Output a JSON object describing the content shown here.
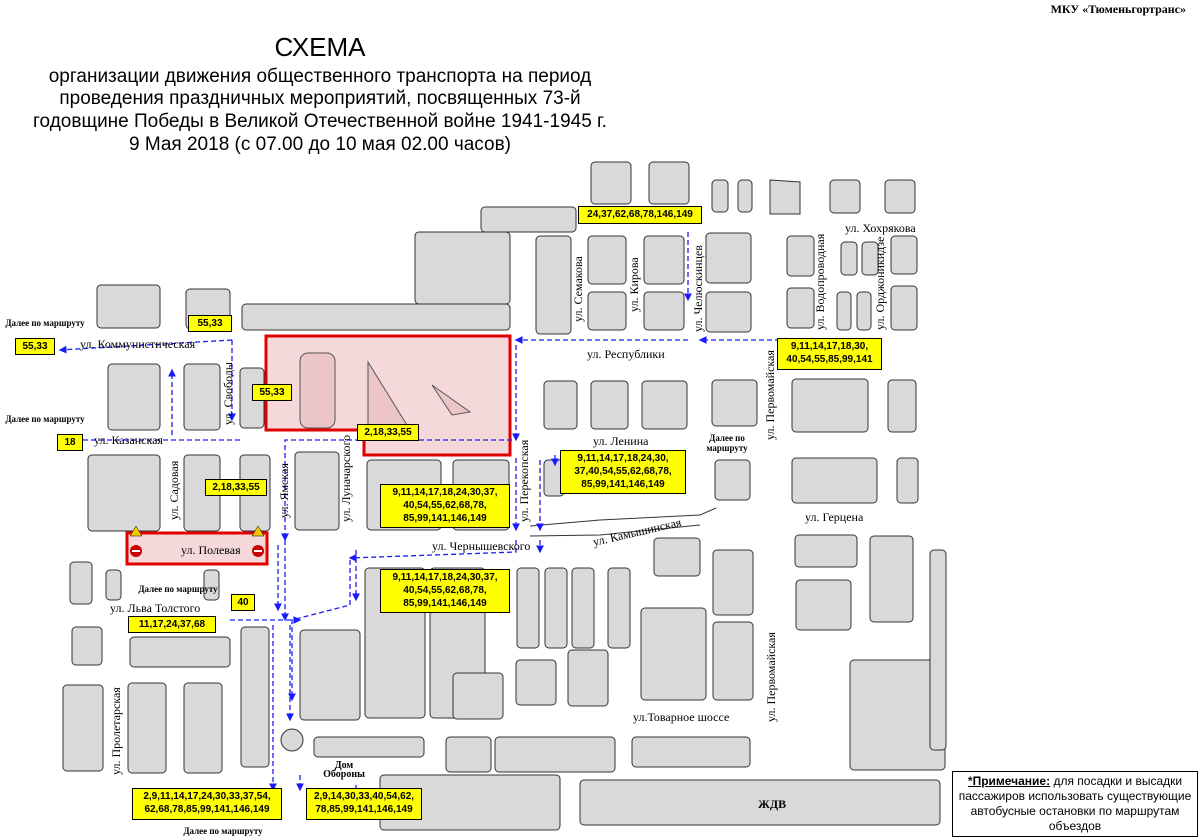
{
  "organization": "МКУ «Тюменьгортранс»",
  "title": {
    "main": "СХЕМА",
    "lines": [
      "организации движения общественного транспорта на период",
      "проведения праздничных мероприятий, посвященных 73-й",
      "годовщине Победы в Великой Отечественной войне 1941-1945 г.",
      "9 Мая 2018 (с 07.00 до 10 мая 02.00 часов)"
    ]
  },
  "streets": {
    "kommunisticheskaya": "ул. Коммунистическая",
    "kazanskaya": "ул. Казанская",
    "svobody": "ул. Свободы",
    "sadovaya": "ул. Садовая",
    "yamskaya": "ул. Ямская",
    "lunacharskogo": "ул. Луначарского",
    "perekopskaya": "ул. Перекопская",
    "respubliki": "ул. Республики",
    "lenina": "ул. Ленина",
    "semakova": "ул. Семакова",
    "kirova": "ул. Кирова",
    "chelyuskintsev": "ул. Челюскинцев",
    "vodoprovodnaya": "ул. Водопроводная",
    "ordzhonikidze": "ул. Орджоникидзе",
    "khokhryakova": "ул. Хохрякова",
    "pervomayskaya": "ул. Первомайская",
    "pervomayskaya2": "ул. Первомайская",
    "gertsena": "ул. Герцена",
    "kamyshinskaya": "ул. Камышинская",
    "chernyshevskogo": "ул. Чернышевского",
    "polevaya": "ул. Полевая",
    "lva_tolstogo": "ул. Льва Толстого",
    "proletarskaya": "ул. Пролетарская",
    "tovarnoe": "ул.Товарное шоссе",
    "zhdv": "ЖДВ",
    "dom_oborony": "Дом Обороны"
  },
  "notes": {
    "further1": "Далее по маршруту",
    "further2": "Далее по маршруту",
    "further3": "Далее по маршруту",
    "further4": "Далее по маршруту",
    "further5": "Далее по маршруту"
  },
  "routes": {
    "r_top": "24,37,62,68,78,146,149",
    "r_55_33_a": "55,33",
    "r_55_33_b": "55,33",
    "r_55_33_c": "55,33",
    "r_18": "18",
    "r_2_18_33_55_a": "2,18,33,55",
    "r_2_18_33_55_b": "2,18,33,55",
    "r_respubliki": "9,11,14,17,18,30,\n40,54,55,85,99,141",
    "r_lenina": "9,11,14,17,18,24,30,\n37,40,54,55,62,68,78,\n85,99,141,146,149",
    "r_center1": "9,11,14,17,18,24,30,37,\n40,54,55,62,68,78,\n85,99,141,146,149",
    "r_center2": "9,11,14,17,18,24,30,37,\n40,54,55,62,68,78,\n85,99,141,146,149",
    "r_40": "40",
    "r_tolstogo": "11,17,24,37,68",
    "r_bottom_left": "2,9,11,14,17,24,30,33,37,54,\n62,68,78,85,99,141,146,149",
    "r_bottom_mid": "2,9,14,30,33,40,54,62,\n78,85,99,141,146,149"
  },
  "remark": {
    "label": "*Примечание:",
    "text": "для посадки и высадки пассажиров использовать существующие автобусные остановки по маршрутам объездов"
  },
  "colors": {
    "building": "#d9d9d9",
    "closed_zone": "#f4d8da",
    "closed_border": "#e00000",
    "route_arrow": "#1a1aff",
    "label_bg": "#ffff00"
  }
}
